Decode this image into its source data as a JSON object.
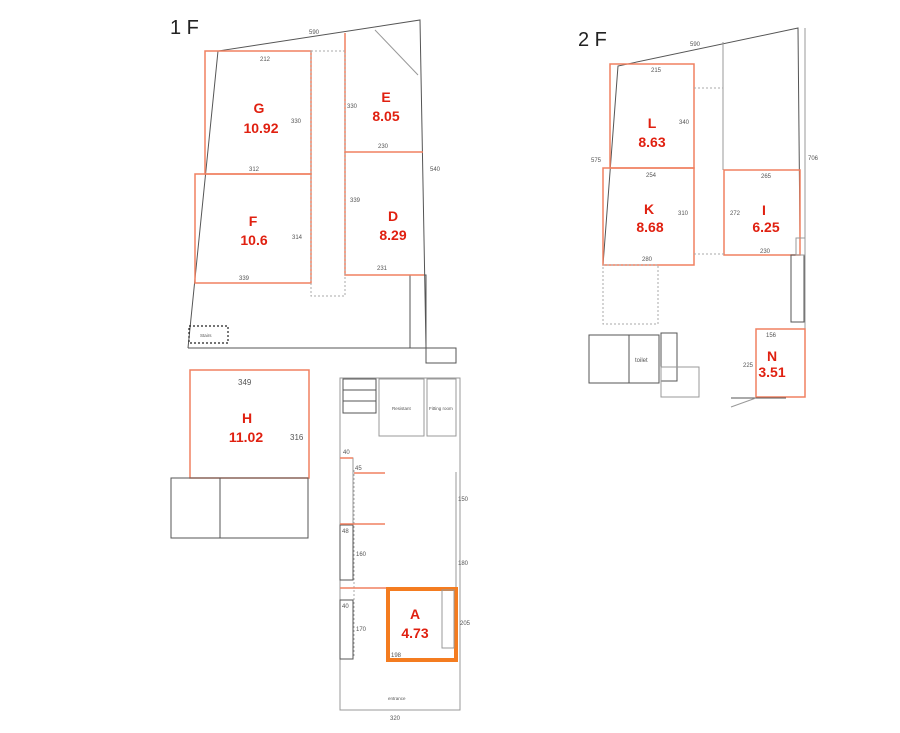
{
  "floors": {
    "first": {
      "title": "1 F",
      "units": [
        {
          "id": "G",
          "area": "10.92"
        },
        {
          "id": "E",
          "area": "8.05"
        },
        {
          "id": "F",
          "area": "10.6"
        },
        {
          "id": "D",
          "area": "8.29"
        },
        {
          "id": "H",
          "area": "11.02"
        },
        {
          "id": "A",
          "area": "4.73"
        }
      ],
      "dims": [
        "590",
        "212",
        "330",
        "330",
        "230",
        "312",
        "540",
        "339",
        "314",
        "339",
        "231",
        "349",
        "316",
        "40",
        "45",
        "150",
        "48",
        "160",
        "180",
        "40",
        "170",
        "205",
        "198",
        "320"
      ],
      "rooms": {
        "stairs": "Stairs",
        "restroom": "Resistant",
        "fitting": "Fitting room",
        "entrance": "entrance"
      }
    },
    "second": {
      "title": "2 F",
      "units": [
        {
          "id": "L",
          "area": "8.63"
        },
        {
          "id": "K",
          "area": "8.68"
        },
        {
          "id": "I",
          "area": "6.25"
        },
        {
          "id": "N",
          "area": "3.51"
        }
      ],
      "dims": [
        "590",
        "215",
        "340",
        "575",
        "254",
        "310",
        "706",
        "265",
        "272",
        "230",
        "280",
        "156",
        "225"
      ],
      "rooms": {
        "toilet": "toilet"
      }
    }
  },
  "colors": {
    "highlight": "#f47c20",
    "unit_label": "#e02010",
    "unit_border": "#f08060"
  }
}
